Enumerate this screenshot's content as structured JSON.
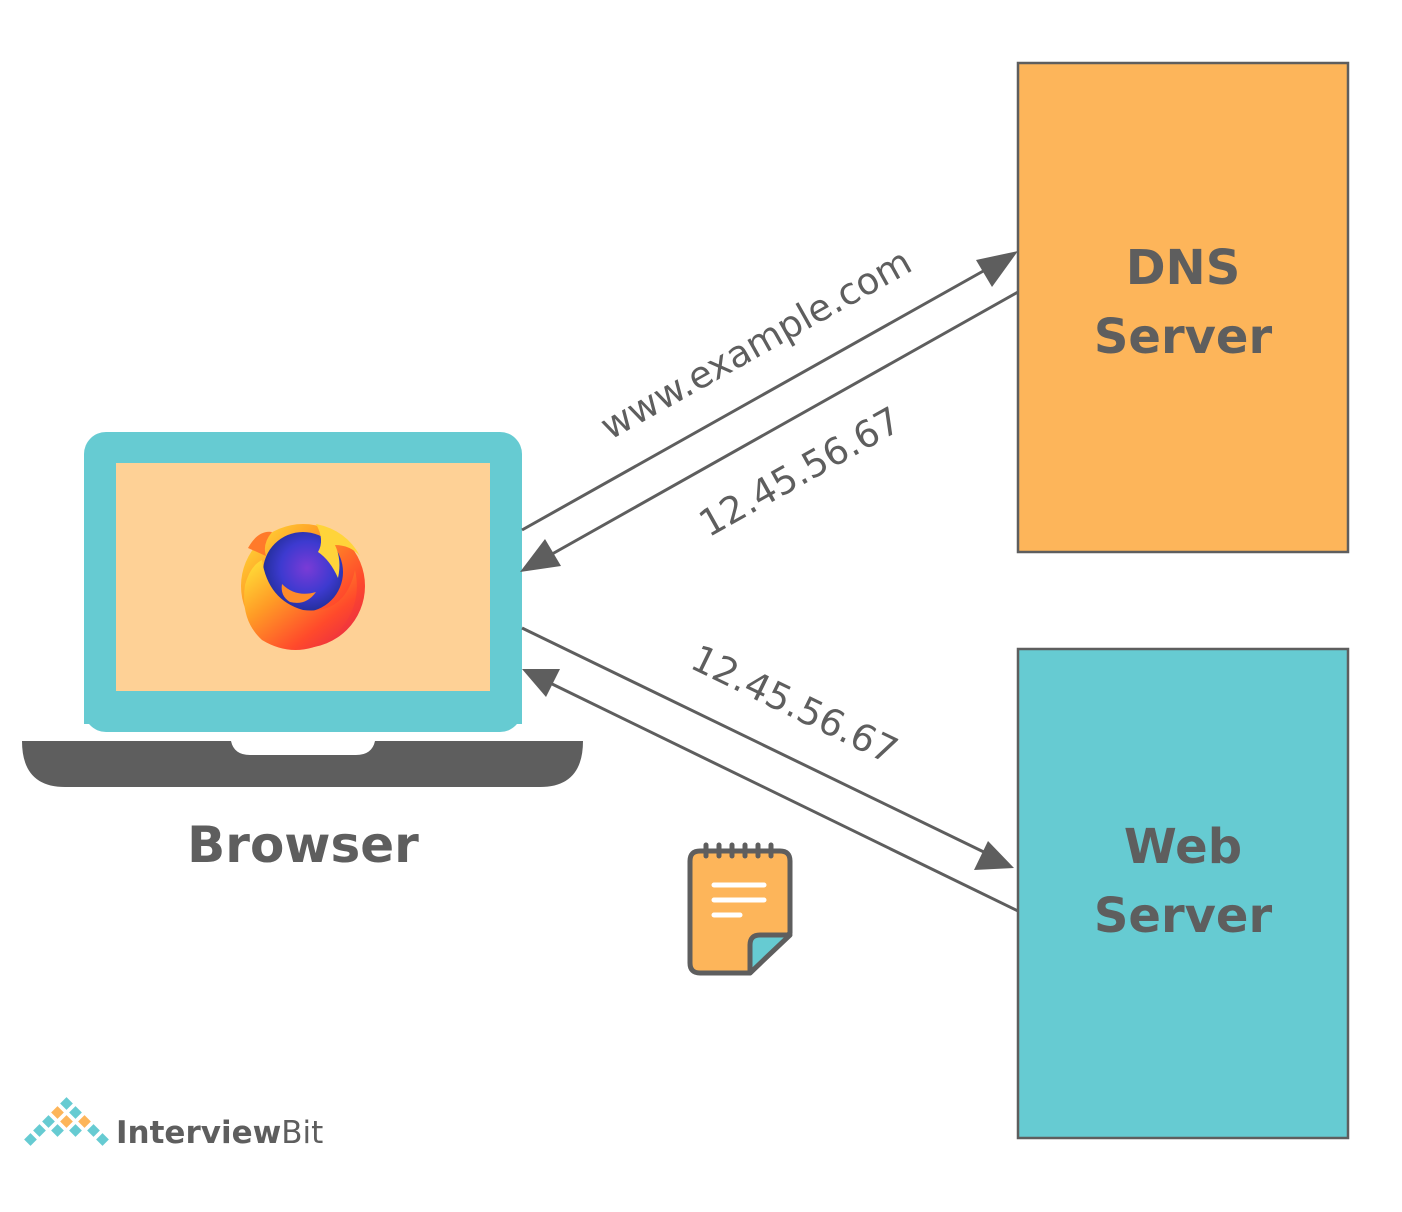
{
  "nodes": {
    "browser": {
      "label": "Browser"
    },
    "dns_server": {
      "label_line1": "DNS",
      "label_line2": "Server"
    },
    "web_server": {
      "label_line1": "Web",
      "label_line2": "Server"
    }
  },
  "edges": {
    "dns_query": {
      "label": "www.example.com",
      "from": "browser",
      "to": "dns_server"
    },
    "dns_response": {
      "label": "12.45.56.67",
      "from": "dns_server",
      "to": "browser"
    },
    "web_request": {
      "label": "12.45.56.67",
      "from": "browser",
      "to": "web_server"
    },
    "web_response": {
      "label": "",
      "from": "web_server",
      "to": "browser"
    }
  },
  "icons": {
    "browser_app": "firefox-logo-icon",
    "response_document": "notepad-icon",
    "device": "laptop-icon"
  },
  "branding": {
    "name_part1": "Interview",
    "name_part2": "Bit"
  },
  "colors": {
    "dns_server": "#fdb55a",
    "web_server": "#66cbd2",
    "laptop_frame": "#66cbd2",
    "laptop_screen": "#fed196",
    "laptop_base": "#5e5e5e",
    "line": "#5e5e5e",
    "text": "#5e5e5e",
    "notepad": "#fdb55a"
  }
}
